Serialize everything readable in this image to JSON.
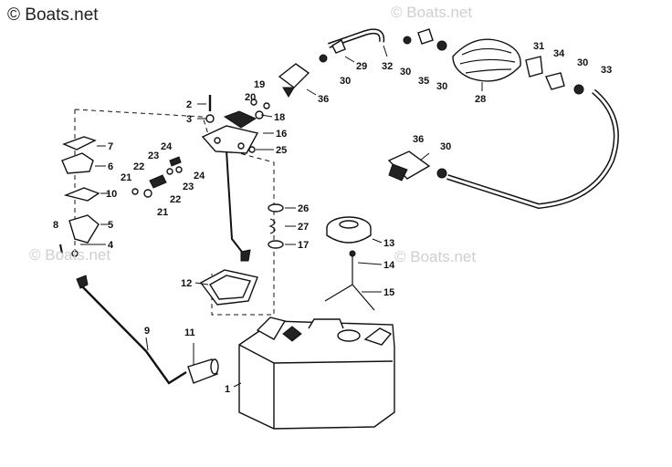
{
  "watermark": {
    "main": "© Boats.net",
    "repeat": "© Boats.net"
  },
  "colors": {
    "line": "#111111",
    "watermark": "#cfcfcf",
    "background": "#ffffff"
  },
  "callouts": [
    "1",
    "2",
    "3",
    "4",
    "5",
    "6",
    "7",
    "8",
    "9",
    "10",
    "11",
    "12",
    "13",
    "14",
    "15",
    "16",
    "17",
    "18",
    "19",
    "20",
    "21",
    "21",
    "22",
    "22",
    "23",
    "23",
    "24",
    "24",
    "25",
    "26",
    "27",
    "28",
    "29",
    "30",
    "30",
    "30",
    "30",
    "30",
    "31",
    "32",
    "33",
    "34",
    "35",
    "36",
    "36"
  ]
}
